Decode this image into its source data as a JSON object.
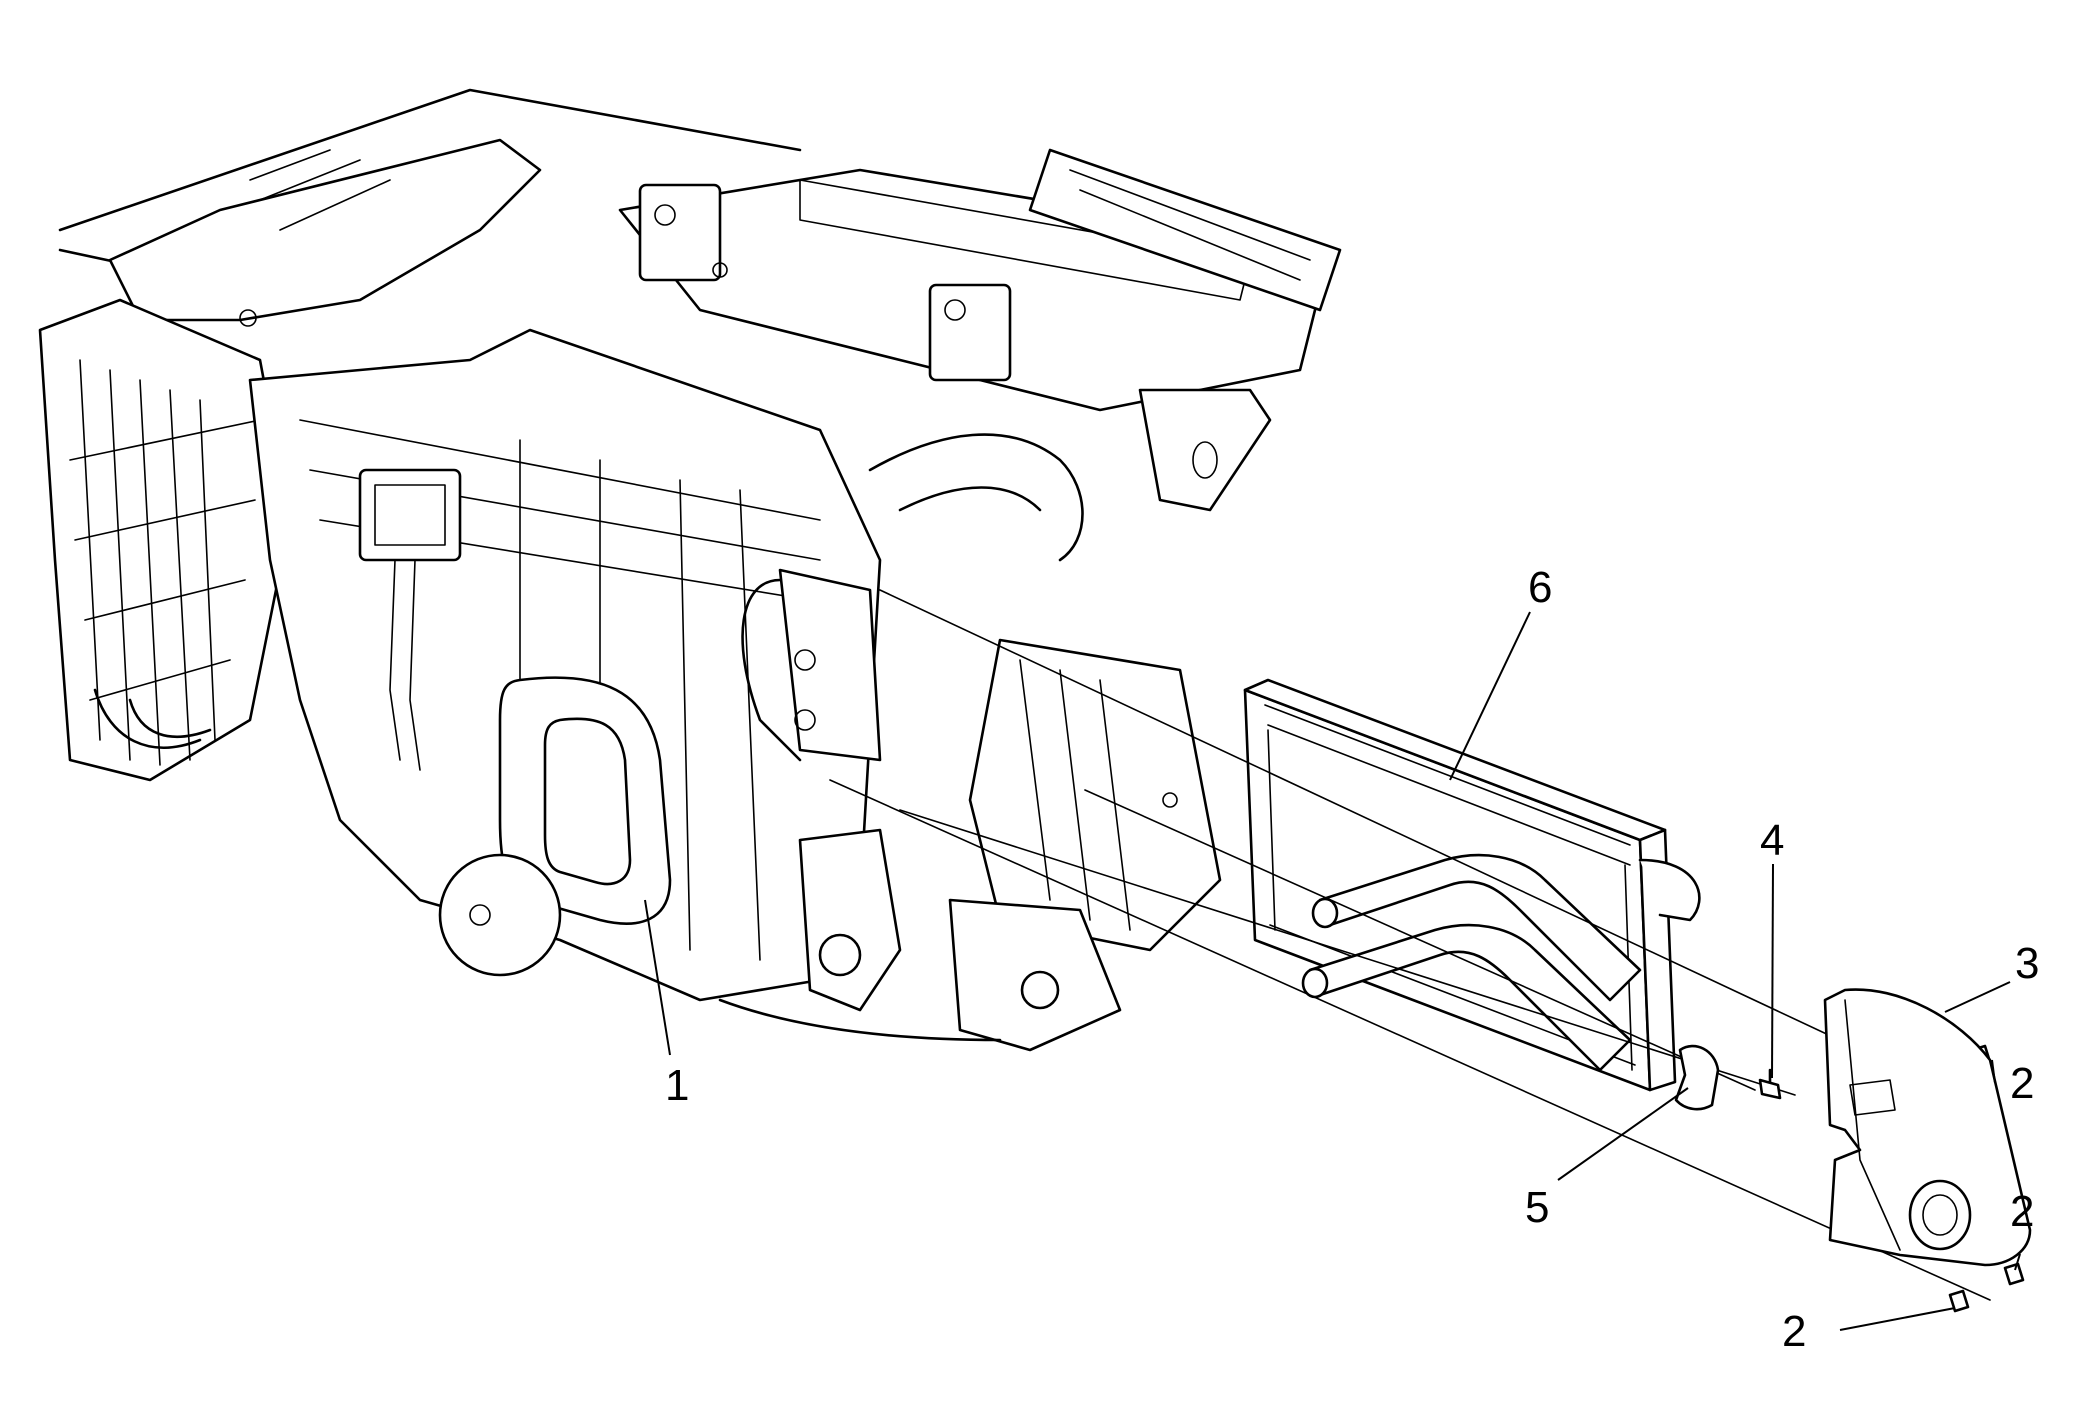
{
  "diagram": {
    "callouts": [
      {
        "id": "c1",
        "label": "1"
      },
      {
        "id": "c2a",
        "label": "2"
      },
      {
        "id": "c2b",
        "label": "2"
      },
      {
        "id": "c2c",
        "label": "2"
      },
      {
        "id": "c3",
        "label": "3"
      },
      {
        "id": "c4",
        "label": "4"
      },
      {
        "id": "c5",
        "label": "5"
      },
      {
        "id": "c6",
        "label": "6"
      }
    ],
    "colors": {
      "line": "#000000",
      "background": "#ffffff"
    }
  }
}
